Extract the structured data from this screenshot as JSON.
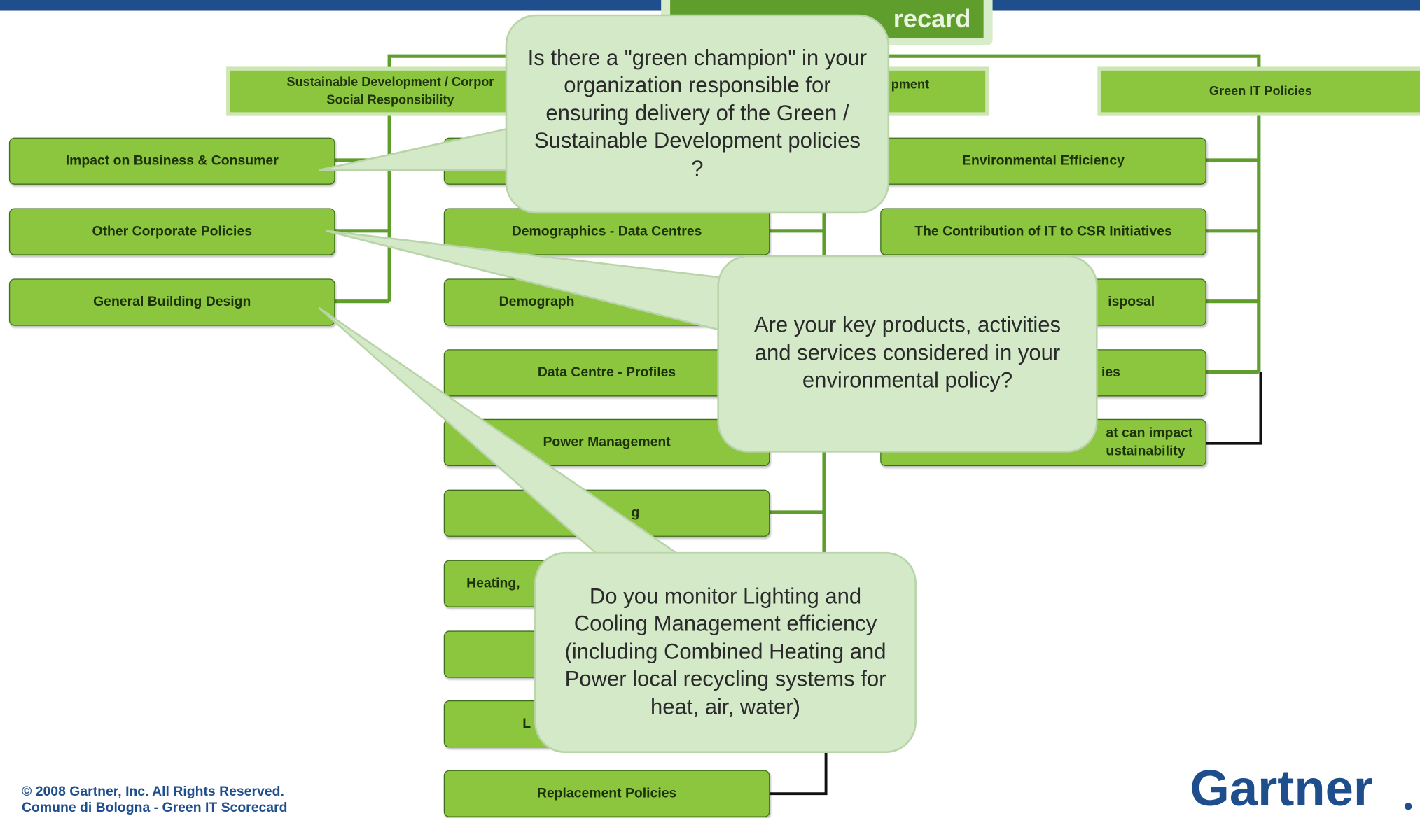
{
  "slide": {
    "title_fragment": "recard",
    "columns": [
      {
        "header": "Sustainable Development / Corpor\nSocial Responsibility",
        "items": [
          "Impact on Business & Consumer",
          "Other Corporate Policies",
          "General Building Design"
        ]
      },
      {
        "header": "",
        "items": [
          "",
          "Demographics - Data Centres",
          "Demograph",
          "Data Centre - Profiles",
          "Power Management",
          "g",
          "Heating,",
          "",
          "L",
          "Replacement Policies"
        ]
      },
      {
        "header": "pment",
        "items": [
          "Environmental Efficiency",
          "The Contribution of IT to CSR Initiatives",
          "isposal",
          "ies",
          "at can impact\nustainability"
        ]
      },
      {
        "header": "Green IT Policies",
        "items": []
      }
    ],
    "callouts": [
      "Is there a \"green champion\" in your organization responsible for ensuring delivery of the Green / Sustainable Development policies ?",
      "Are your key products, activities and services considered in your environmental policy?",
      "Do you monitor Lighting and Cooling Management efficiency (including Combined Heating and Power local recycling systems for heat, air, water)"
    ],
    "footer": {
      "copyright_line1": "© 2008 Gartner, Inc. All Rights Reserved.",
      "copyright_line2": "Comune di Bologna - Green IT Scorecard",
      "logo_text": "Gartner"
    },
    "colors": {
      "node_green": "#8cc63f",
      "connector_green": "#5f9e2c",
      "callout_fill": "#d3e9c8",
      "brand_blue": "#1f4e8c"
    }
  }
}
